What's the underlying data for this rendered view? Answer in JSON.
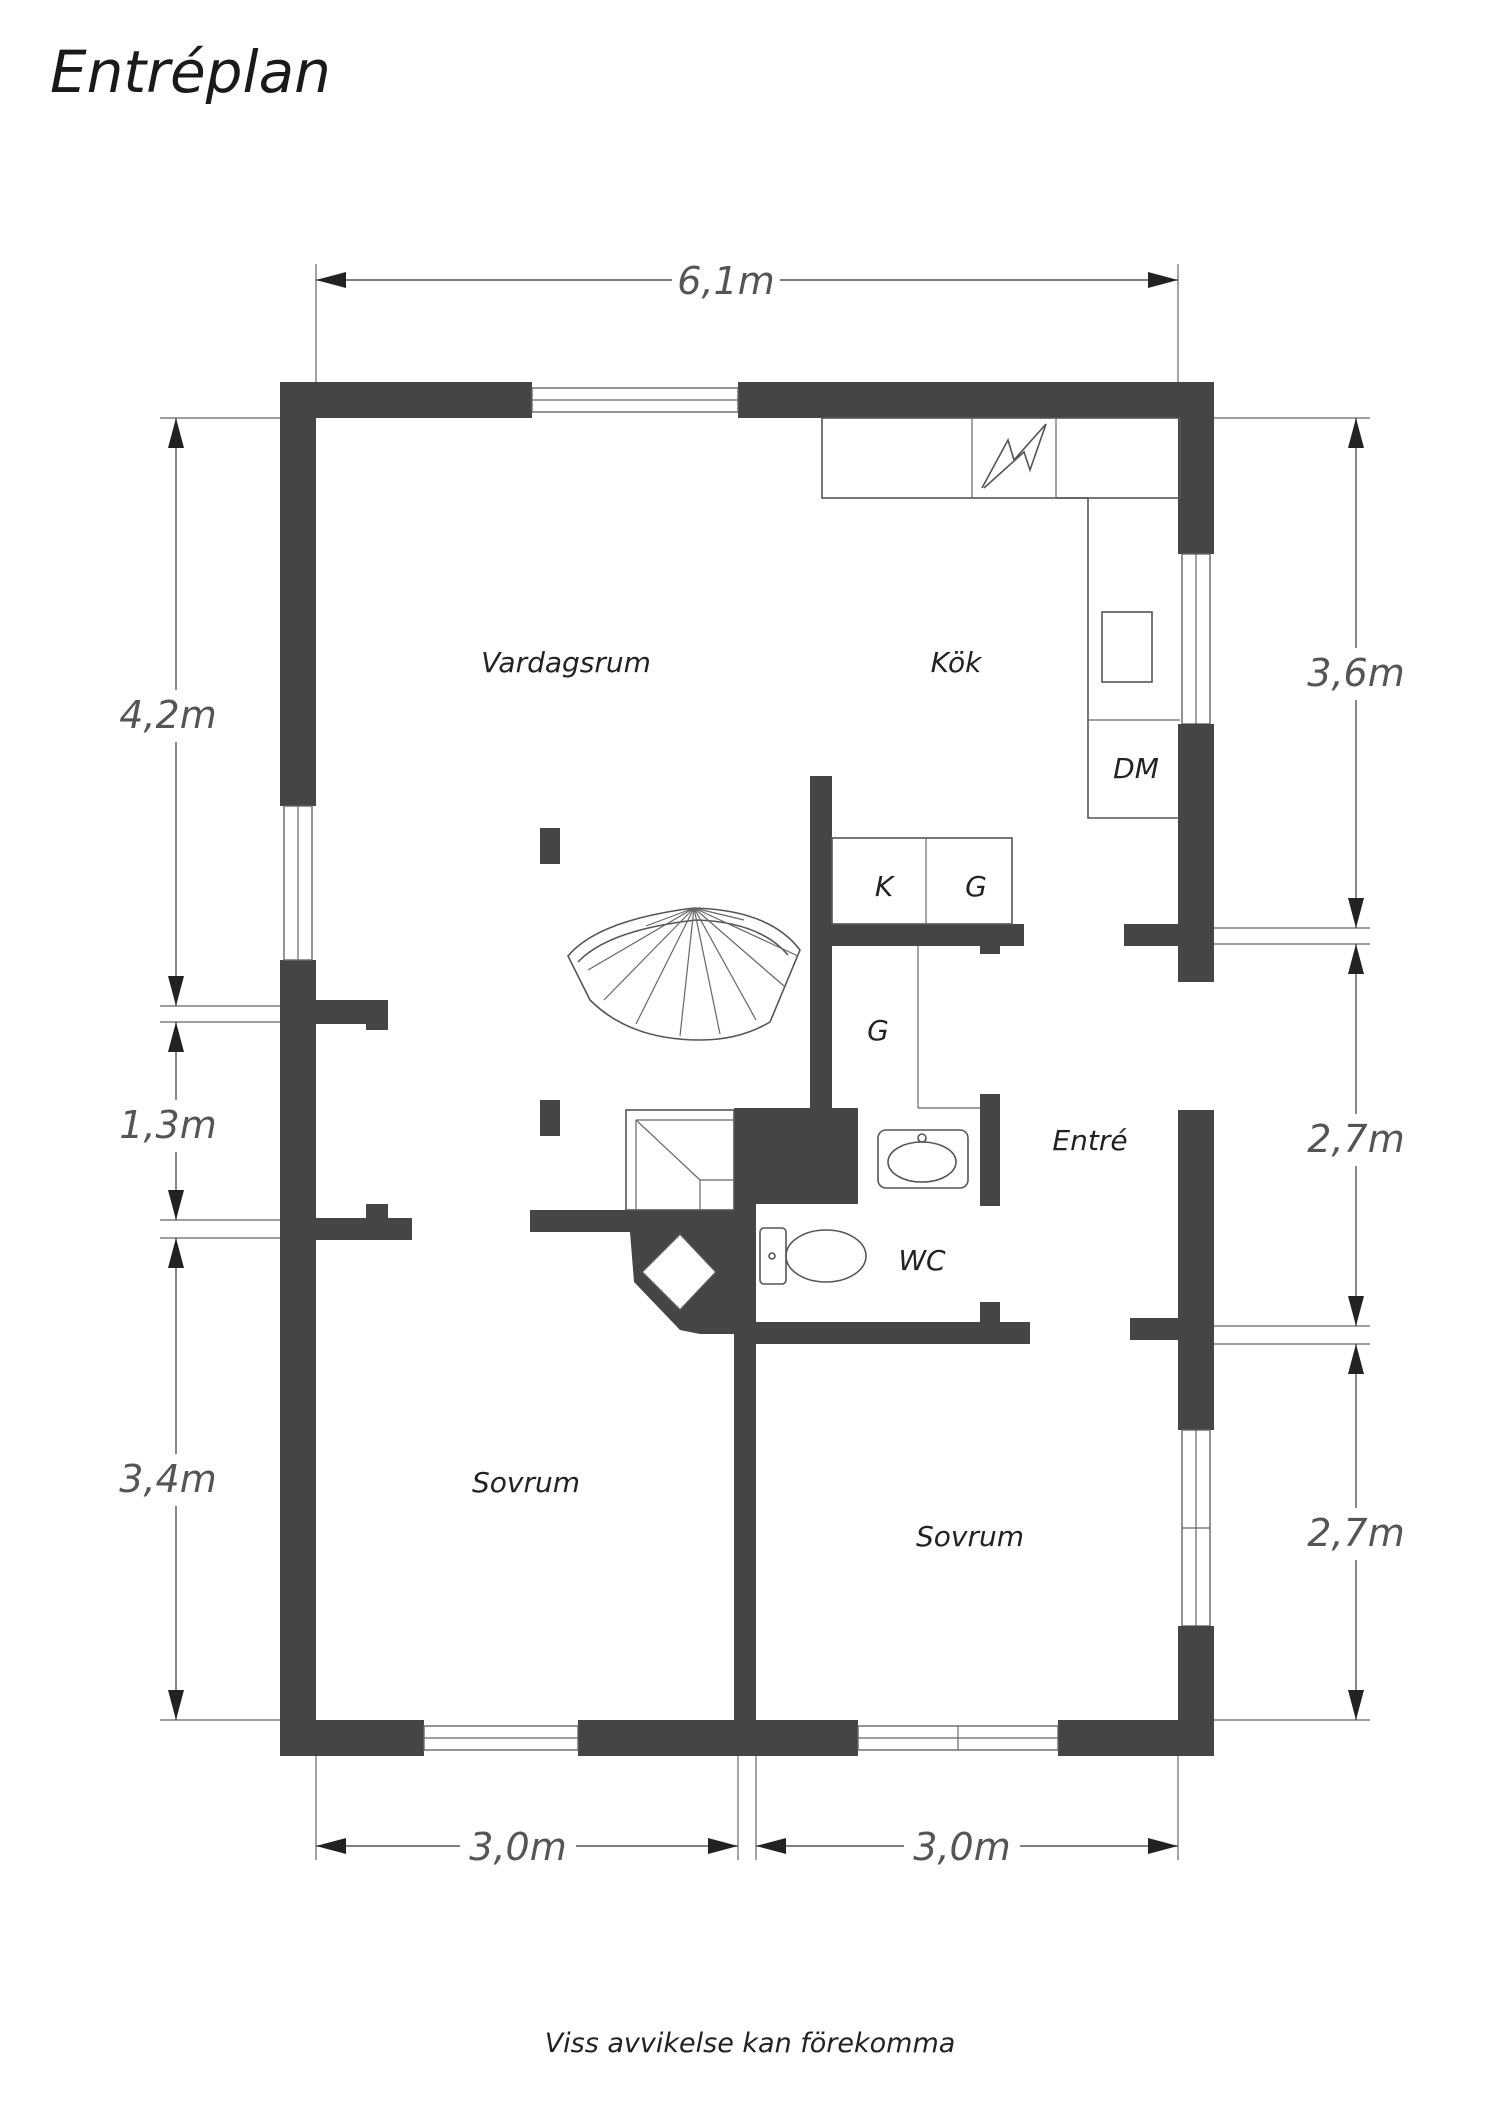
{
  "title": "Entréplan",
  "footer": "Viss avvikelse kan förekomma",
  "dimensions": {
    "top_width": "6,1m",
    "left_upper": "4,2m",
    "left_middle": "1,3m",
    "left_lower": "3,4m",
    "right_upper": "3,6m",
    "right_middle": "2,7m",
    "right_lower": "2,7m",
    "bottom_left": "3,0m",
    "bottom_right": "3,0m"
  },
  "rooms": {
    "vardagsrum": "Vardagsrum",
    "kok": "Kök",
    "dm": "DM",
    "k": "K",
    "g1": "G",
    "g2": "G",
    "entre": "Entré",
    "wc": "WC",
    "sovrum_left": "Sovrum",
    "sovrum_right": "Sovrum"
  }
}
